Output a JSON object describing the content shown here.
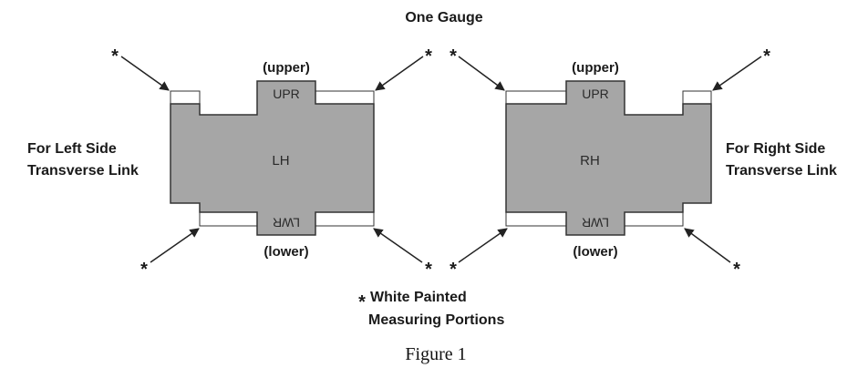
{
  "title": "One Gauge",
  "left": {
    "side_label_line1": "For Left Side",
    "side_label_line2": "Transverse Link",
    "center": "LH",
    "upper_tab": "UPR",
    "lower_tab": "LWR",
    "upper_label": "(upper)",
    "lower_label": "(lower)"
  },
  "right": {
    "side_label_line1": "For Right Side",
    "side_label_line2": "Transverse Link",
    "center": "RH",
    "upper_tab": "UPR",
    "lower_tab": "LWR",
    "upper_label": "(upper)",
    "lower_label": "(lower)"
  },
  "asterisk": "*",
  "note_line1": "White Painted",
  "note_line2": "Measuring Portions",
  "caption": "Figure 1",
  "colors": {
    "gauge_fill": "#a6a6a6",
    "white_paint": "#ffffff",
    "outline": "#333333"
  }
}
